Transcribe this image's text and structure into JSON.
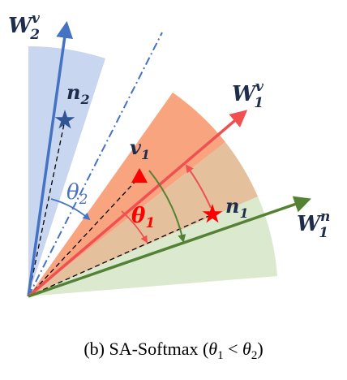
{
  "figure": {
    "vectors": {
      "w2v": {
        "base": "W",
        "sub": "2",
        "sup": "v"
      },
      "w1v": {
        "base": "W",
        "sub": "1",
        "sup": "v"
      },
      "w1n": {
        "base": "W",
        "sub": "1",
        "sup": "n"
      }
    },
    "points": {
      "n2": {
        "base": "n",
        "sub": "2"
      },
      "v1": {
        "base": "v",
        "sub": "1"
      },
      "n1": {
        "base": "n",
        "sub": "1"
      }
    },
    "angles": {
      "theta2": {
        "base": "θ",
        "sub": "2"
      },
      "theta1": {
        "base": "θ",
        "sub": "1"
      }
    },
    "caption": {
      "prefix": "(b) SA-Softmax (",
      "theta_a": "θ",
      "sub_a": "1",
      "relation": " < ",
      "theta_b": "θ",
      "sub_b": "2",
      "suffix": ")"
    },
    "colors": {
      "blue": "#4472c4",
      "blue_fill": "#c9d6ef",
      "red": "#f05050",
      "orange_fill": "#f7a47f",
      "tan_fill": "#e4c19c",
      "green": "#548235",
      "green_fill": "#dbe9cf",
      "label_dark": "#1f2d4d"
    }
  }
}
